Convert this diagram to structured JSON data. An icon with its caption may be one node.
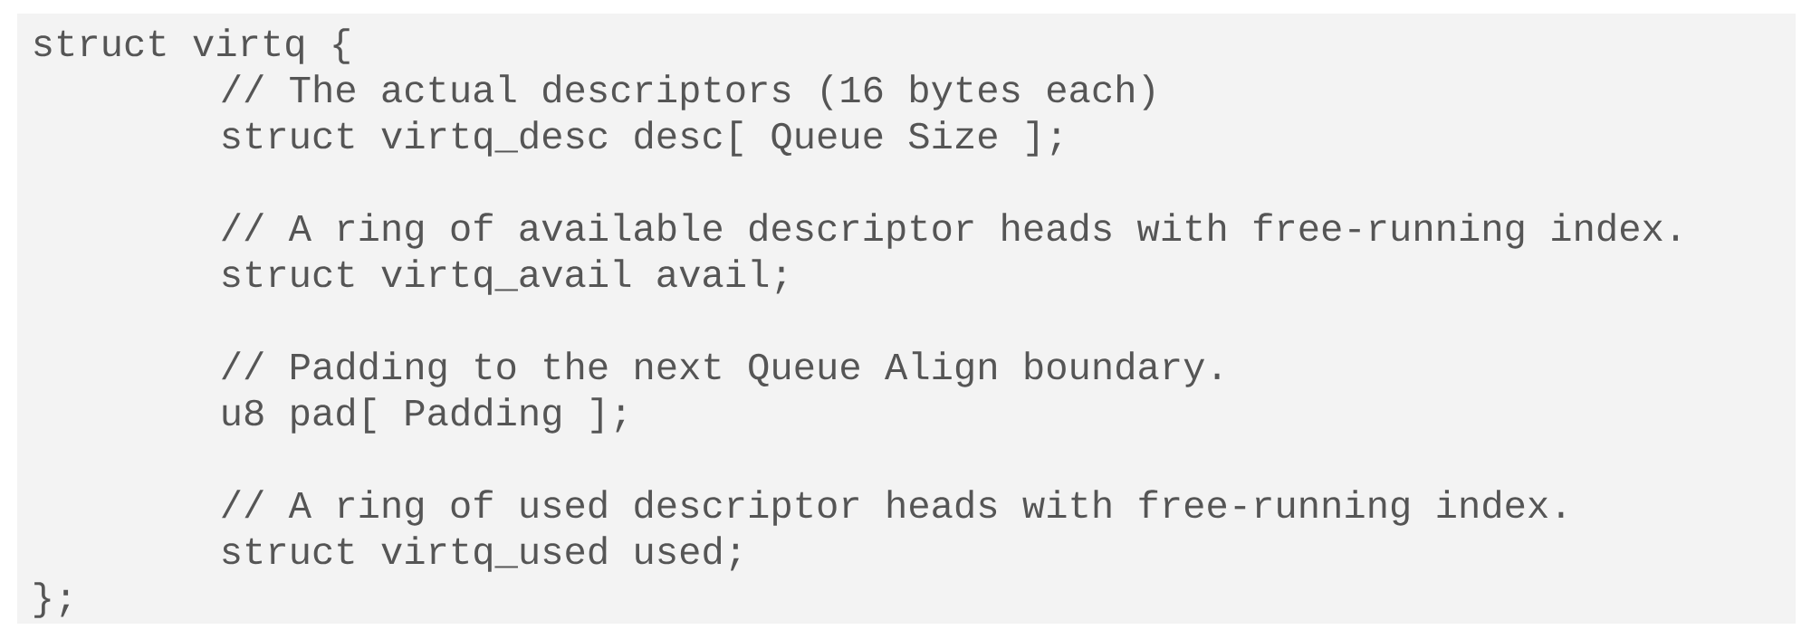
{
  "diagram": {
    "labels": [
      "struct virtq {",
      "// The actual descriptors (16 bytes each)",
      "struct virtq_desc desc[ Queue Size ];",
      "// A ring of available descriptor heads with free-running index.",
      "struct virtq_avail avail;",
      "// Padding to the next Queue Align boundary.",
      "u8 pad[ Padding ];",
      "// A ring of used descriptor heads with free-running index.",
      "struct virtq_used used;",
      "};"
    ]
  }
}
